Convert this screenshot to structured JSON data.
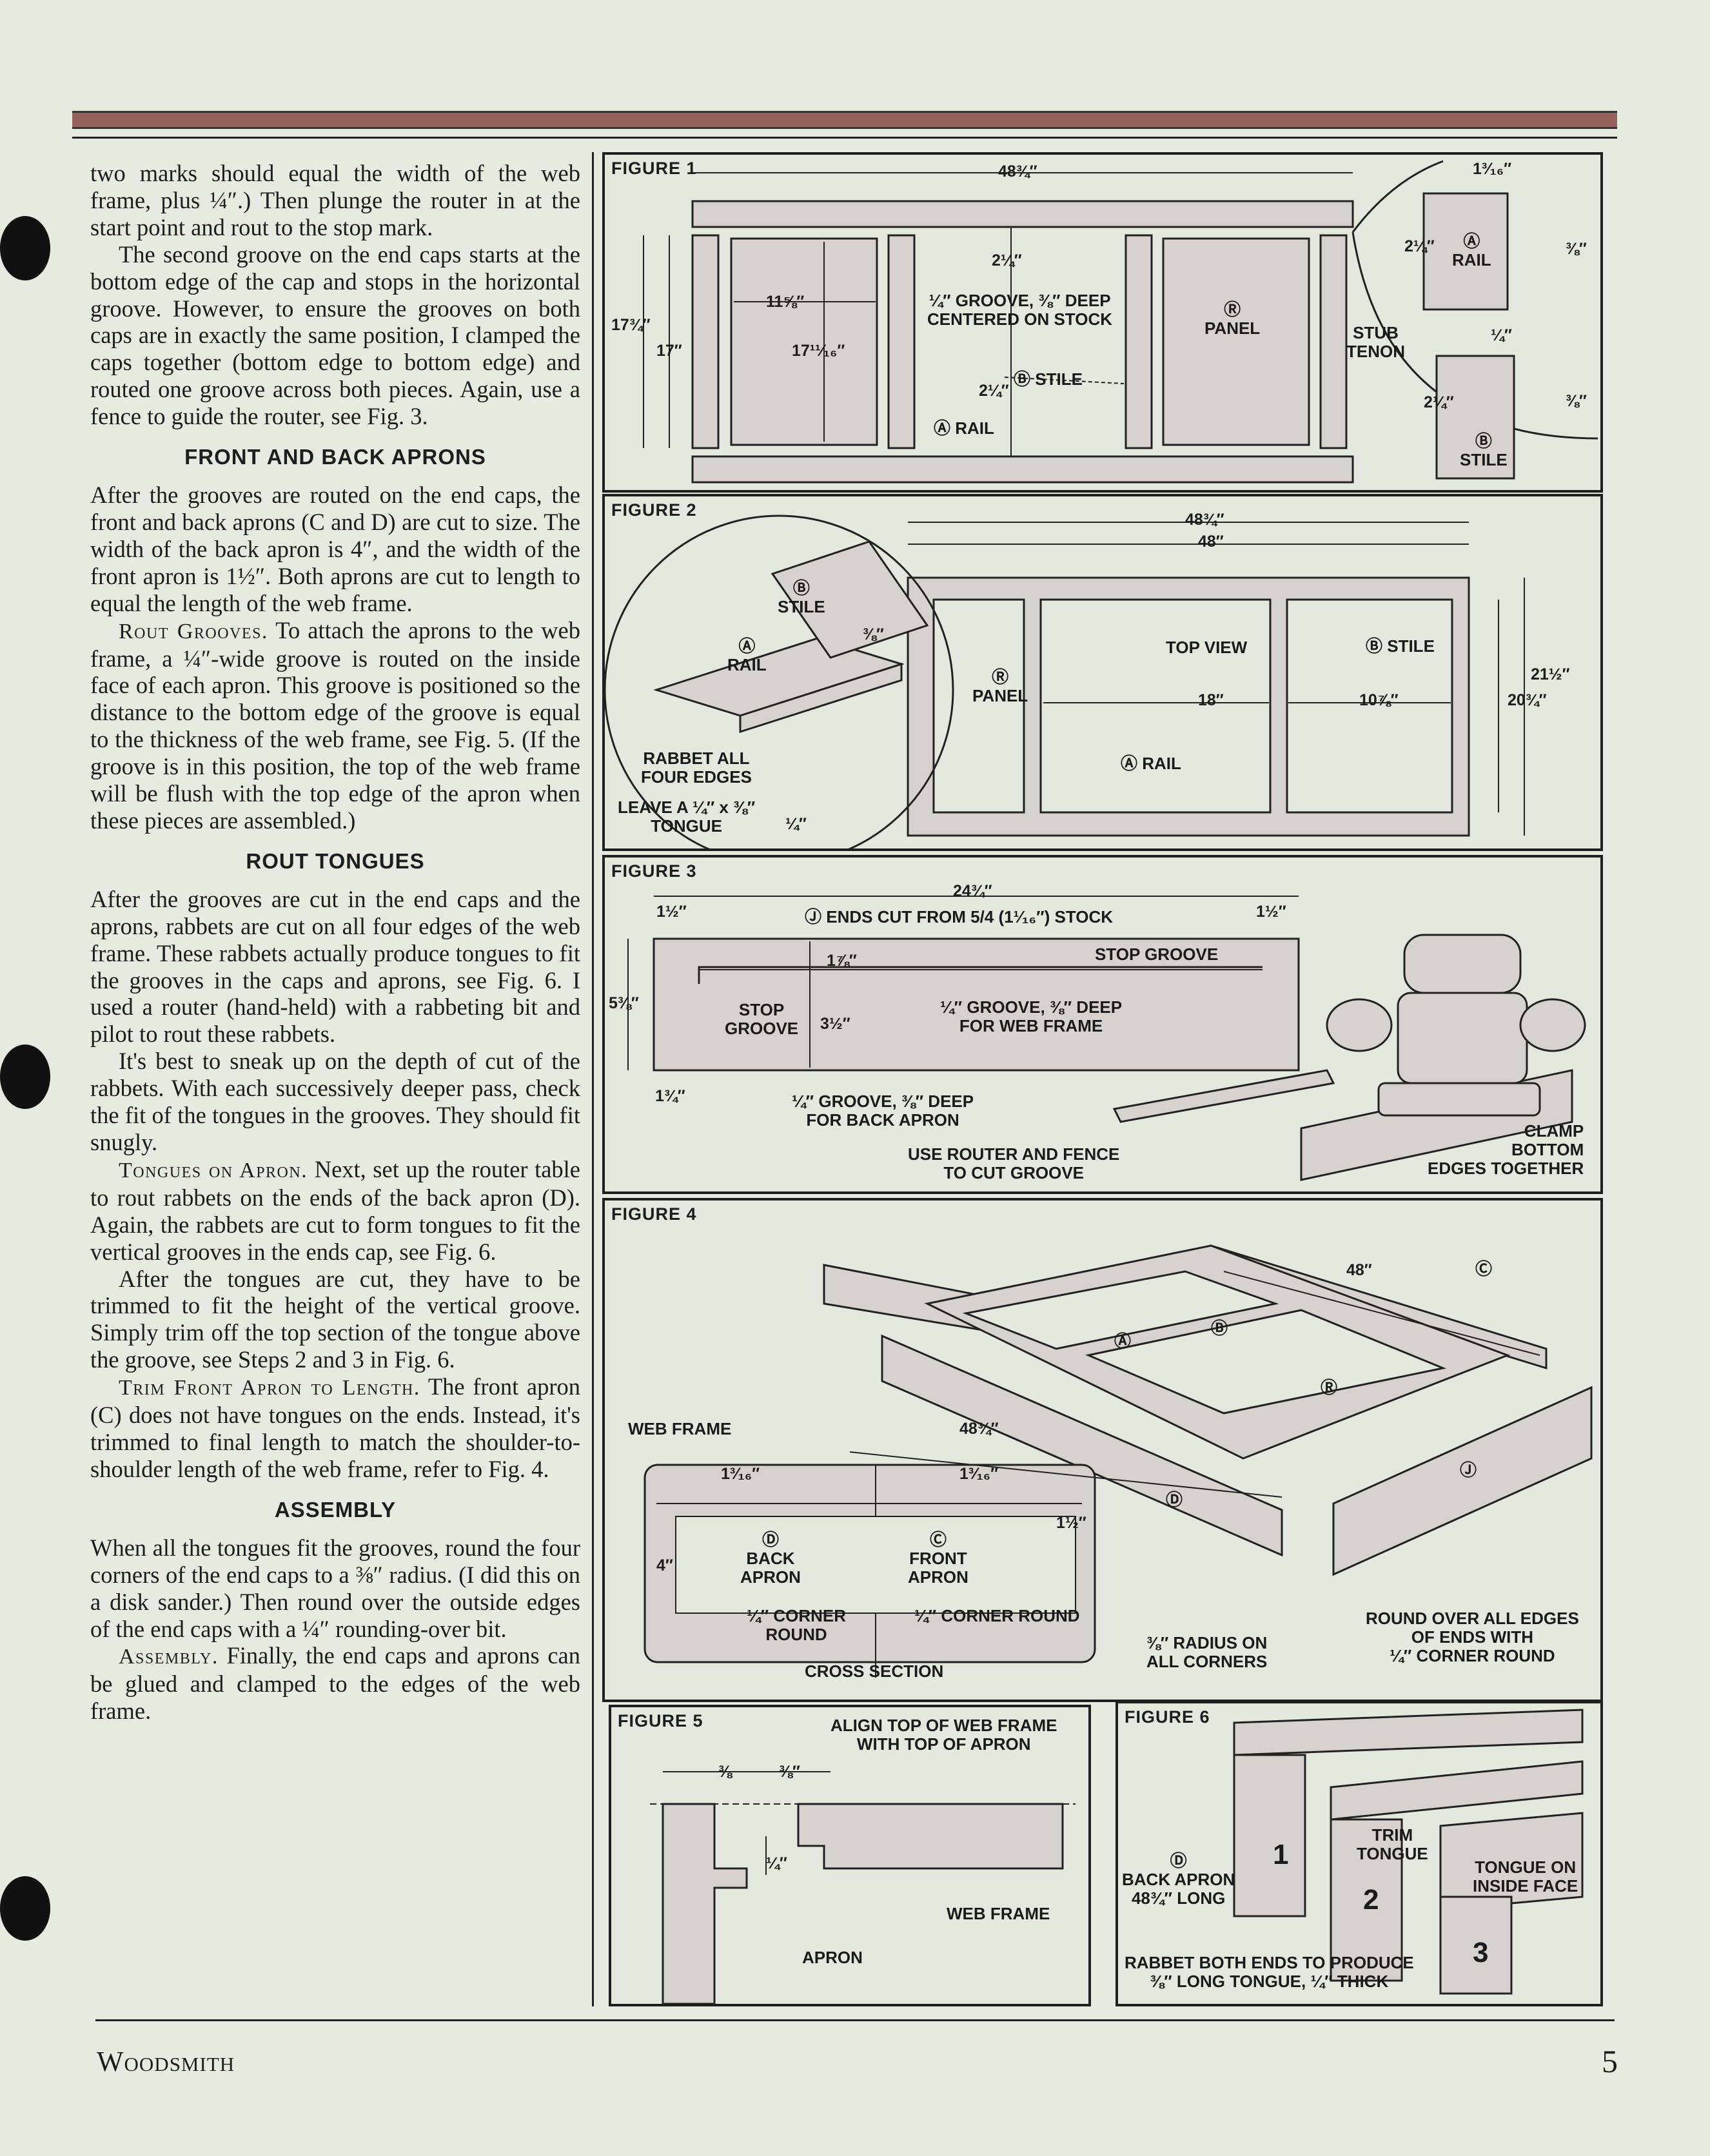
{
  "page": {
    "publication": "Woodsmith",
    "page_number": "5"
  },
  "body": {
    "p1": "two marks should equal the width of the web frame, plus ¼″.) Then plunge the router in at the start point and rout to the stop mark.",
    "p2": "The second groove on the end caps starts at the bottom edge of the cap and stops in the horizontal groove. However, to ensure the grooves on both caps are in exactly the same position, I clamped the caps together (bottom edge to bottom edge) and routed one groove across both pieces. Again, use a fence to guide the router, see Fig. 3.",
    "h_aprons": "FRONT AND BACK APRONS",
    "p3": "After the grooves are routed on the end caps, the front and back aprons (C and D) are cut to size. The width of the back apron is 4″, and the width of the front apron is 1½″. Both aprons are cut to length to equal the length of the web frame.",
    "p4_lead": "Rout Grooves.",
    "p4": " To attach the aprons to the web frame, a ¼″-wide groove is routed on the inside face of each apron. This groove is positioned so the distance to the bottom edge of the groove is equal to the thickness of the web frame, see Fig. 5. (If the groove is in this position, the top of the web frame will be flush with the top edge of the apron when these pieces are assembled.)",
    "h_tongues": "ROUT TONGUES",
    "p5": "After the grooves are cut in the end caps and the aprons, rabbets are cut on all four edges of the web frame. These rabbets actually produce tongues to fit the grooves in the caps and aprons, see Fig. 6. I used a router (hand-held) with a rabbeting bit and pilot to rout these rabbets.",
    "p6": "It's best to sneak up on the depth of cut of the rabbets. With each successively deeper pass, check the fit of the tongues in the grooves. They should fit snugly.",
    "p7_lead": "Tongues on Apron.",
    "p7": " Next, set up the router table to rout rabbets on the ends of the back apron (D). Again, the rabbets are cut to form tongues to fit the vertical grooves in the ends cap, see Fig. 6.",
    "p8": "After the tongues are cut, they have to be trimmed to fit the height of the vertical groove. Simply trim off the top section of the tongue above the groove, see Steps 2 and 3 in Fig. 6.",
    "p9_lead": "Trim Front Apron to Length.",
    "p9": " The front apron (C) does not have tongues on the ends. Instead, it's trimmed to final length to match the shoulder-to-shoulder length of the web frame, refer to Fig. 4.",
    "h_assembly": "ASSEMBLY",
    "p10": "When all the tongues fit the grooves, round the four corners of the end caps to a ⅜″ radius. (I did this on a disk sander.) Then round over the outside edges of the end caps with a ¼″ rounding-over bit.",
    "p11_lead": "Assembly.",
    "p11": " Finally, the end caps and aprons can be glued and clamped to the edges of the web frame."
  },
  "fig1": {
    "title": "FIGURE 1",
    "d_overall": "48¾″",
    "d_h1": "17¾″",
    "d_h2": "17″",
    "d_w": "11⅝″",
    "d_h3": "17¹¹⁄₁₆″",
    "d_top": "2¼″",
    "d_bot": "2¼″",
    "groove": "¼″ GROOVE, ⅜″ DEEP",
    "groove2": "CENTERED ON STOCK",
    "stile": "STILE",
    "rail": "RAIL",
    "panel": "PANEL",
    "letter_b": "B",
    "letter_a": "A",
    "letter_r": "R",
    "d_det1": "1³⁄₁₆″",
    "d_det2": "2¼″",
    "d_det3": "⅜″",
    "d_det4": "¼″",
    "d_det5": "2¼″",
    "d_det6": "⅜″",
    "stub": "STUB",
    "tenon": "TENON"
  },
  "fig2": {
    "title": "FIGURE 2",
    "d1": "48¾″",
    "d2": "48″",
    "d3": "21½″",
    "d4": "20¾″",
    "d5": "18″",
    "d6": "10⅞″",
    "d7": "⅜″",
    "d8": "¼″",
    "top_view": "TOP VIEW",
    "stile": "STILE",
    "rail": "RAIL",
    "panel": "PANEL",
    "rabbet1": "RABBET ALL",
    "rabbet2": "FOUR EDGES",
    "leave1": "LEAVE A ¼″ x ⅜″",
    "leave2": "TONGUE"
  },
  "fig3": {
    "title": "FIGURE 3",
    "d_len": "24¾″",
    "d_l": "1½″",
    "d_r": "1½″",
    "d_h": "5⅜″",
    "d_a": "1⅞″",
    "d_b": "3½″",
    "d_c": "1¾″",
    "letter_j": "J",
    "ends": "ENDS CUT FROM 5/4 (1¹⁄₁₆″) STOCK",
    "stop_groove": "STOP GROOVE",
    "stop1": "STOP",
    "stop2": "GROOVE",
    "web1": "¼″ GROOVE, ⅜″ DEEP",
    "web2": "FOR WEB FRAME",
    "back1": "¼″ GROOVE, ⅜″ DEEP",
    "back2": "FOR BACK APRON",
    "use1": "USE ROUTER AND FENCE",
    "use2": "TO CUT GROOVE",
    "clamp1": "CLAMP",
    "clamp2": "BOTTOM",
    "clamp3": "EDGES TOGETHER"
  },
  "fig4": {
    "title": "FIGURE 4",
    "d48": "48″",
    "d4834": "48¾″",
    "web_frame": "WEB FRAME",
    "cross": "CROSS SECTION",
    "d_a": "1³⁄₁₆″",
    "d_b": "1³⁄₁₆″",
    "d_4": "4″",
    "d_15": "1½″",
    "back1": "BACK",
    "back2": "APRON",
    "front1": "FRONT",
    "front2": "APRON",
    "corner1": "¼″ CORNER",
    "corner2": "ROUND",
    "corner3": "¼″ CORNER ROUND",
    "radius1": "⅜″ RADIUS ON",
    "radius2": "ALL CORNERS",
    "round1": "ROUND OVER ALL EDGES",
    "round2": "OF ENDS WITH",
    "round3": "¼″ CORNER ROUND",
    "letter_a": "A",
    "letter_b": "B",
    "letter_c": "C",
    "letter_d": "D",
    "letter_r": "R",
    "letter_j": "J"
  },
  "fig5": {
    "title": "FIGURE 5",
    "align1": "ALIGN TOP OF WEB FRAME",
    "align2": "WITH TOP OF APRON",
    "d1": "⅜",
    "d2": "⅜″",
    "d3": "¼″",
    "web": "WEB FRAME",
    "apron": "APRON"
  },
  "fig6": {
    "title": "FIGURE 6",
    "letter_d": "D",
    "back1": "BACK APRON",
    "back2": "48¾″ LONG",
    "trim1": "TRIM",
    "trim2": "TONGUE",
    "tongue1": "TONGUE ON",
    "tongue2": "INSIDE FACE",
    "rabbet1": "RABBET BOTH ENDS TO PRODUCE",
    "rabbet2": "⅜″ LONG TONGUE, ¼″ THICK",
    "step1": "1",
    "step2": "2",
    "step3": "3"
  },
  "colors": {
    "page": "#e6ebdf",
    "bar": "#96625e",
    "wood": "#d8d2cf",
    "ink": "#1d1d1d"
  }
}
